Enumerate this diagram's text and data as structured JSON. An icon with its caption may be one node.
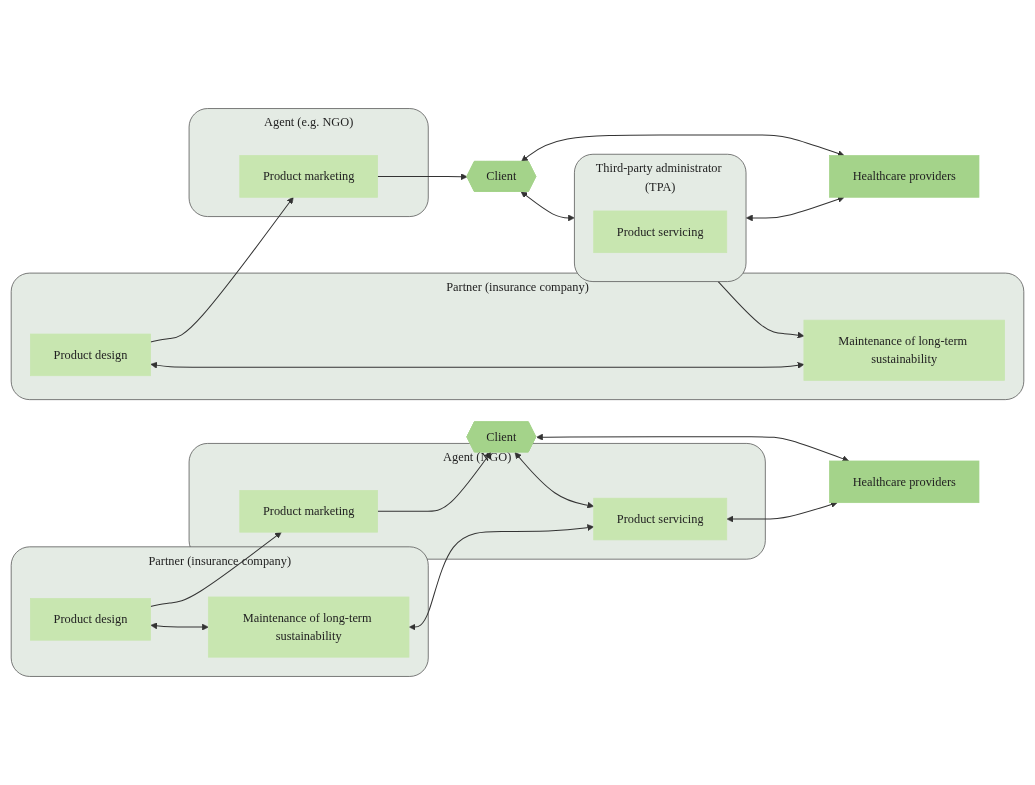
{
  "diagram": {
    "nodes": [
      {
        "text": [
          "Partner (insurance company)"
        ]
      },
      {
        "text": [
          "Product design"
        ],
        "in": 0
      },
      {
        "text": [
          "Maintenance of long-term sustainability"
        ],
        "in": 0
      },
      {
        "text": [
          "Agent (NGO)"
        ]
      },
      {
        "text": [
          "Product marketing"
        ],
        "in": 3
      },
      {
        "text": [
          "Product servicing"
        ],
        "in": 3
      },
      {
        "text": [
          "Client"
        ]
      },
      {
        "text": [
          "Healthcare providers"
        ]
      },
      {
        "text": [
          "Partner (insurance company)"
        ]
      },
      {
        "text": [
          "Product design"
        ],
        "in": 8
      },
      {
        "text": [
          "Maintenance of long-term sustainability"
        ],
        "in": 8
      },
      {
        "text": [
          "Agent (e.g. NGO)"
        ]
      },
      {
        "text": [
          "Product marketing"
        ],
        "in": 11
      },
      {
        "text": [
          "Client"
        ]
      },
      {
        "text": [
          "Third-party administrator (TPA)"
        ]
      },
      {
        "text": [
          "Product servicing"
        ],
        "in": 14
      },
      {
        "text": [
          "Healthcare providers"
        ]
      }
    ],
    "edges": [
      {
        "from": 1,
        "to": 4,
        "arrow": "to"
      },
      {
        "from": 4,
        "to": 6,
        "arrow": "to"
      },
      {
        "from": 6,
        "to": 5,
        "arrow": "both"
      },
      {
        "from": 1,
        "to": 2,
        "arrow": "both"
      },
      {
        "from": 2,
        "to": 5,
        "arrow": "both"
      },
      {
        "from": 5,
        "to": 7,
        "arrow": "both"
      },
      {
        "from": 6,
        "to": 7,
        "arrow": "both"
      },
      {
        "from": 9,
        "to": 12,
        "arrow": "to"
      },
      {
        "from": 12,
        "to": 13,
        "arrow": "to"
      },
      {
        "from": 9,
        "to": 10,
        "arrow": "both"
      },
      {
        "from": 13,
        "to": 14,
        "arrow": "both"
      },
      {
        "from": 14,
        "to": 16,
        "arrow": "both"
      },
      {
        "from": 14,
        "to": 10,
        "arrow": "to"
      },
      {
        "from": 13,
        "to": 16,
        "arrow": "both"
      }
    ]
  }
}
